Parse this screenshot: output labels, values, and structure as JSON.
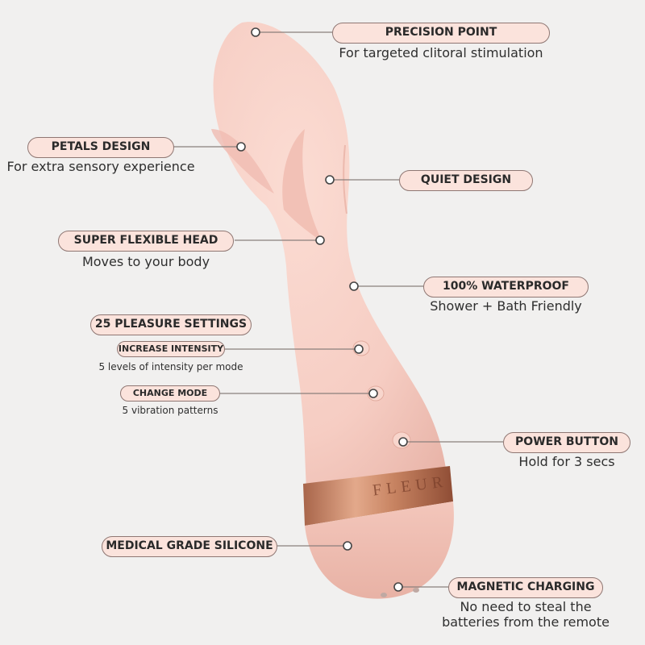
{
  "brand": {
    "engraving": "FLEUR"
  },
  "colors": {
    "background": "#f1f0ef",
    "body": "#f6cdc3",
    "body_shade": "#e7b2a6",
    "band": "#c88462",
    "pill_fill": "#fbe3dc",
    "pill_border": "#8f7773"
  },
  "callouts": {
    "precision_point": {
      "title": "PRECISION POINT",
      "desc": "For targeted clitoral stimulation"
    },
    "petals_design": {
      "title": "PETALS DESIGN",
      "desc": "For extra sensory experience"
    },
    "quiet_design": {
      "title": "QUIET DESIGN"
    },
    "flexible_head": {
      "title": "SUPER FLEXIBLE HEAD",
      "desc": "Moves to your body"
    },
    "waterproof": {
      "title": "100% WATERPROOF",
      "desc": "Shower + Bath Friendly"
    },
    "pleasure_settings": {
      "title": "25 PLEASURE SETTINGS"
    },
    "increase_intensity": {
      "title": "INCREASE INTENSITY",
      "desc": "5 levels of intensity per mode"
    },
    "change_mode": {
      "title": "CHANGE MODE",
      "desc": "5 vibration patterns"
    },
    "power_button": {
      "title": "POWER BUTTON",
      "desc": "Hold for 3 secs"
    },
    "silicone": {
      "title": "MEDICAL GRADE SILICONE"
    },
    "magnetic_charging": {
      "title": "MAGNETIC CHARGING",
      "desc_line1": "No need to steal the",
      "desc_line2": "batteries from the remote"
    }
  }
}
